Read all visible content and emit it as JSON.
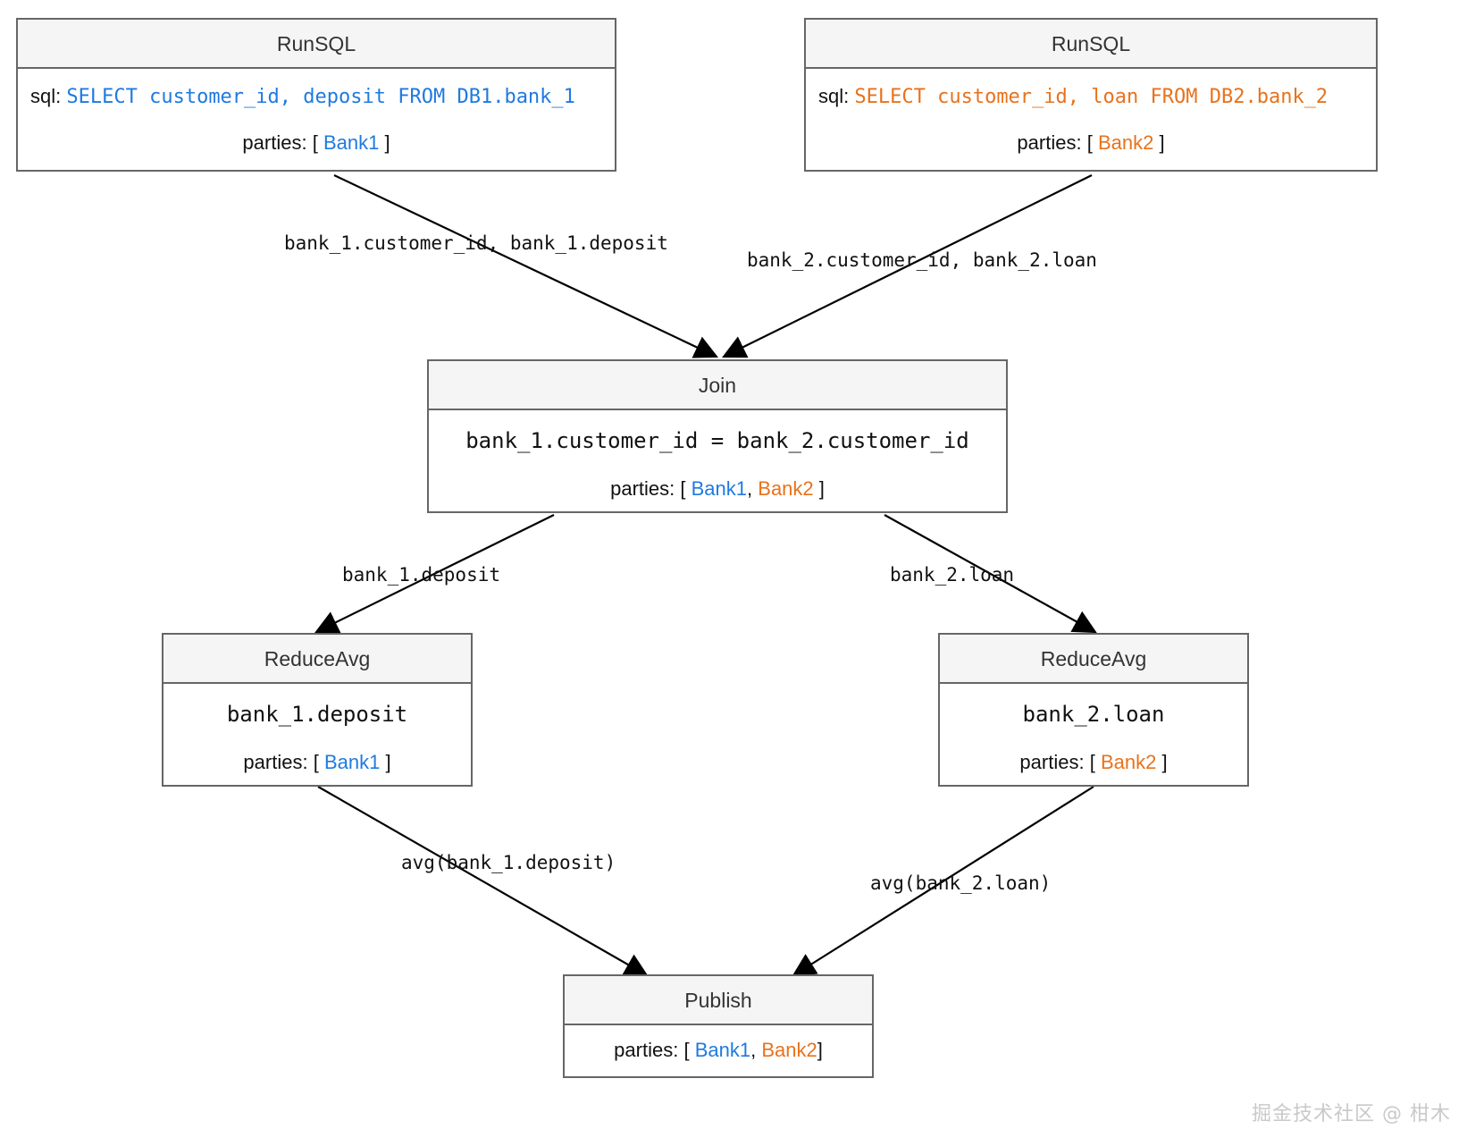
{
  "colors": {
    "bank1": "#1f7ae0",
    "bank2": "#e8721c",
    "node_border": "#666666",
    "node_header_bg": "#f5f5f5",
    "canvas_bg": "#ffffff",
    "edge": "#000000",
    "watermark": "#c9c9c9"
  },
  "nodes": {
    "runsql_left": {
      "title": "RunSQL",
      "sql_key": "sql:",
      "sql_value": "SELECT customer_id, deposit FROM DB1.bank_1",
      "parties_key": "parties:",
      "parties_open": "[",
      "parties_list": [
        "Bank1"
      ],
      "parties_close": "]"
    },
    "runsql_right": {
      "title": "RunSQL",
      "sql_key": "sql:",
      "sql_value": "SELECT customer_id, loan FROM DB2.bank_2",
      "parties_key": "parties:",
      "parties_open": "[",
      "parties_list": [
        "Bank2"
      ],
      "parties_close": "]"
    },
    "join": {
      "title": "Join",
      "expression": "bank_1.customer_id = bank_2.customer_id",
      "parties_key": "parties:",
      "parties_open": "[",
      "parties_list": [
        "Bank1",
        "Bank2"
      ],
      "parties_sep": ",",
      "parties_close": "]"
    },
    "reduceavg_left": {
      "title": "ReduceAvg",
      "expression": "bank_1.deposit",
      "parties_key": "parties:",
      "parties_open": "[",
      "parties_list": [
        "Bank1"
      ],
      "parties_close": "]"
    },
    "reduceavg_right": {
      "title": "ReduceAvg",
      "expression": "bank_2.loan",
      "parties_key": "parties:",
      "parties_open": "[",
      "parties_list": [
        "Bank2"
      ],
      "parties_close": "]"
    },
    "publish": {
      "title": "Publish",
      "parties_key": "parties:",
      "parties_open": "[",
      "parties_list": [
        "Bank1",
        "Bank2"
      ],
      "parties_sep": ",",
      "parties_close": "]"
    }
  },
  "edges": [
    {
      "id": "e1",
      "from": "runsql_left",
      "to": "join",
      "label": "bank_1.customer_id, bank_1.deposit"
    },
    {
      "id": "e2",
      "from": "runsql_right",
      "to": "join",
      "label": "bank_2.customer_id, bank_2.loan"
    },
    {
      "id": "e3",
      "from": "join",
      "to": "reduceavg_left",
      "label": "bank_1.deposit"
    },
    {
      "id": "e4",
      "from": "join",
      "to": "reduceavg_right",
      "label": "bank_2.loan"
    },
    {
      "id": "e5",
      "from": "reduceavg_left",
      "to": "publish",
      "label": "avg(bank_1.deposit)"
    },
    {
      "id": "e6",
      "from": "reduceavg_right",
      "to": "publish",
      "label": "avg(bank_2.loan)"
    }
  ],
  "watermark": "掘金技术社区 @ 柑木"
}
